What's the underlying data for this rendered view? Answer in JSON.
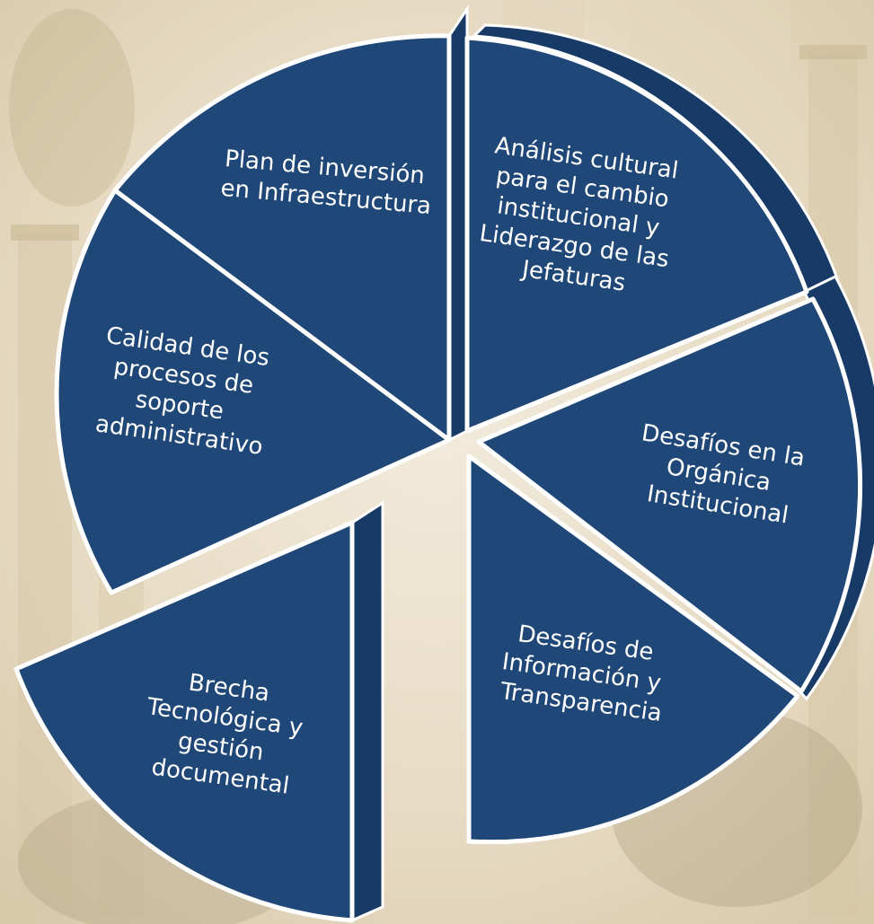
{
  "diagram": {
    "segments": [
      {
        "id": "infraestructura",
        "lines": [
          "Plan de inversión",
          "en Infraestructura"
        ]
      },
      {
        "id": "analisis-cultural",
        "lines": [
          "Análisis cultural",
          "para el cambio",
          "institucional y",
          "Liderazgo de las",
          "Jefaturas"
        ]
      },
      {
        "id": "organica",
        "lines": [
          "Desafíos en la",
          "Orgánica",
          "Institucional"
        ]
      },
      {
        "id": "informacion",
        "lines": [
          "Desafíos de",
          "Información y",
          "Transparencia"
        ]
      },
      {
        "id": "brecha",
        "lines": [
          "Brecha",
          "Tecnológica y",
          "gestión",
          "documental"
        ]
      },
      {
        "id": "calidad",
        "lines": [
          "Calidad de los",
          "procesos de",
          "soporte",
          "administrativo"
        ]
      }
    ]
  },
  "colors": {
    "segment_fill": "#1f4778",
    "segment_side": "#173a66",
    "border": "#ffffff",
    "background": "#e9dfcb"
  }
}
